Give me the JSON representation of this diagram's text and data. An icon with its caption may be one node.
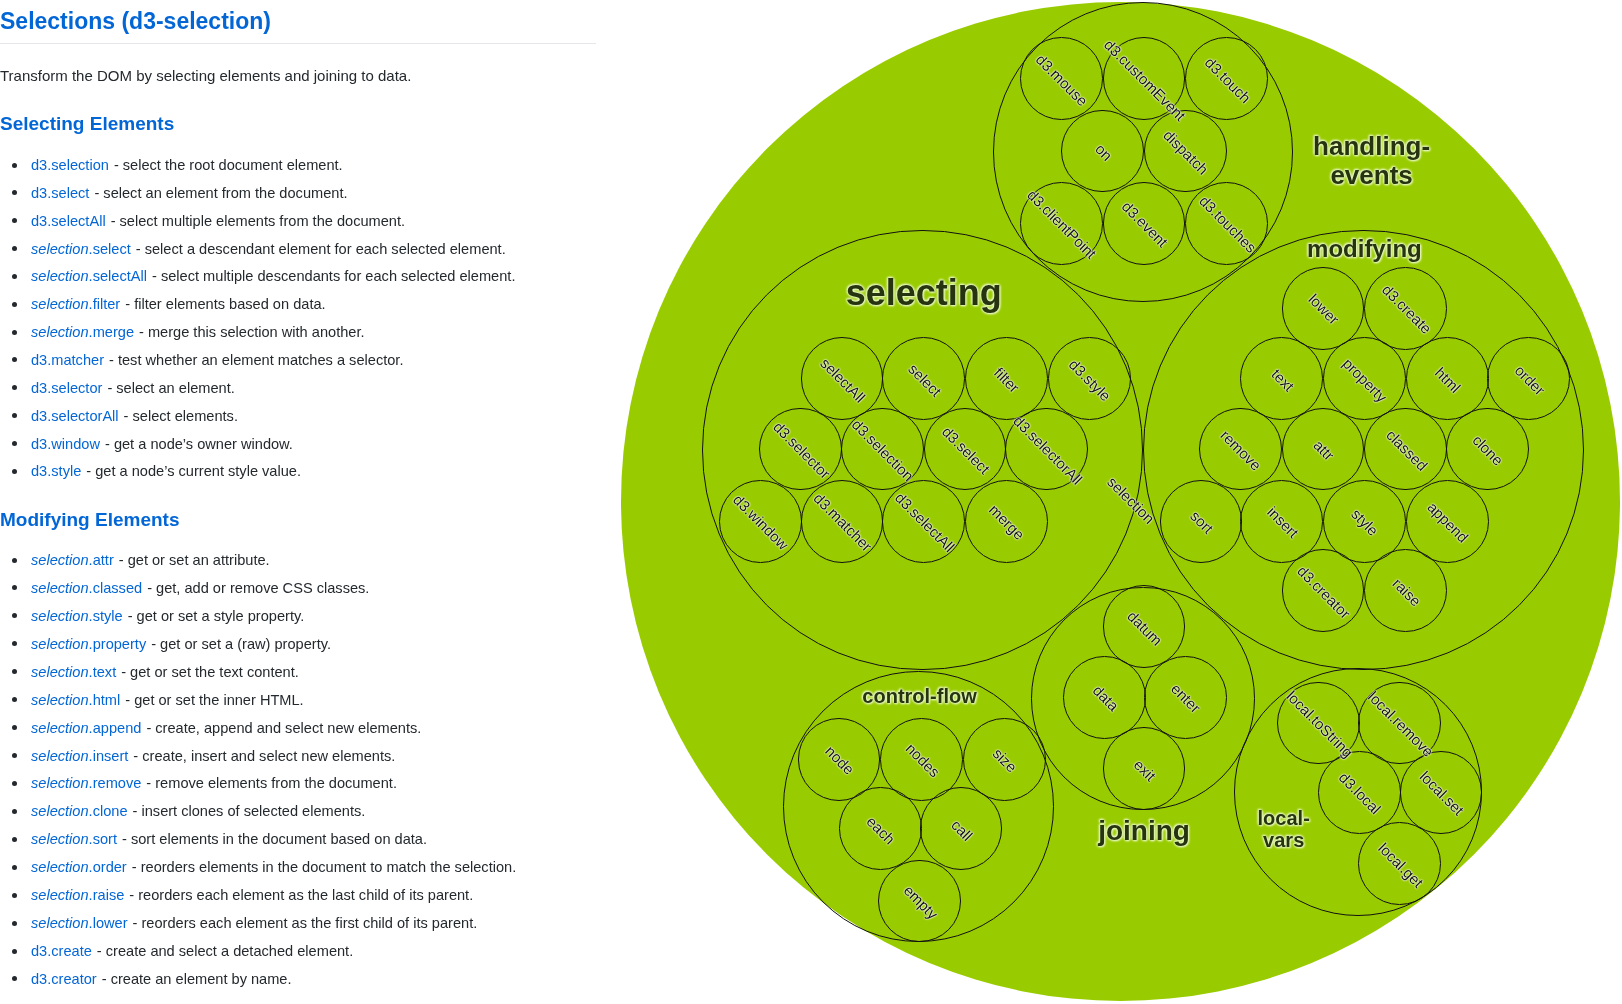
{
  "diagram": {
    "title": "Selections (d3-selection)",
    "nodes": [
      {
        "text": [],
        "shape": "circle"
      },
      {
        "text": [
          "handling-events"
        ],
        "in": 0
      },
      {
        "text": [
          "d3.mouse"
        ],
        "in": 1
      },
      {
        "text": [
          "d3.customEvent"
        ],
        "in": 1
      },
      {
        "text": [
          "d3.touch"
        ],
        "in": 1
      },
      {
        "text": [
          "on"
        ],
        "in": 1
      },
      {
        "text": [
          "dispatch"
        ],
        "in": 1
      },
      {
        "text": [
          "d3.clientPoint"
        ],
        "in": 1
      },
      {
        "text": [
          "d3.event"
        ],
        "in": 1
      },
      {
        "text": [
          "d3.touches"
        ],
        "in": 1
      },
      {
        "text": [
          "selecting"
        ],
        "in": 0
      },
      {
        "text": [
          "selectAll"
        ],
        "in": 10
      },
      {
        "text": [
          "select"
        ],
        "in": 10
      },
      {
        "text": [
          "filter"
        ],
        "in": 10
      },
      {
        "text": [
          "d3.style"
        ],
        "in": 10
      },
      {
        "text": [
          "d3.selector"
        ],
        "in": 10
      },
      {
        "text": [
          "d3.selection"
        ],
        "in": 10
      },
      {
        "text": [
          "d3.select"
        ],
        "in": 10
      },
      {
        "text": [
          "d3.selectorAll"
        ],
        "in": 10
      },
      {
        "text": [
          "d3.window"
        ],
        "in": 10
      },
      {
        "text": [
          "d3.matcher"
        ],
        "in": 10
      },
      {
        "text": [
          "d3.selectAll"
        ],
        "in": 10
      },
      {
        "text": [
          "merge"
        ],
        "in": 10
      },
      {
        "text": [
          "modifying"
        ],
        "in": 0
      },
      {
        "text": [
          "lower"
        ],
        "in": 23
      },
      {
        "text": [
          "d3.create"
        ],
        "in": 23
      },
      {
        "text": [
          "text"
        ],
        "in": 23
      },
      {
        "text": [
          "property"
        ],
        "in": 23
      },
      {
        "text": [
          "html"
        ],
        "in": 23
      },
      {
        "text": [
          "order"
        ],
        "in": 23
      },
      {
        "text": [
          "remove"
        ],
        "in": 23
      },
      {
        "text": [
          "attr"
        ],
        "in": 23
      },
      {
        "text": [
          "classed"
        ],
        "in": 23
      },
      {
        "text": [
          "clone"
        ],
        "in": 23
      },
      {
        "text": [
          "sort"
        ],
        "in": 23
      },
      {
        "text": [
          "insert"
        ],
        "in": 23
      },
      {
        "text": [
          "style"
        ],
        "in": 23
      },
      {
        "text": [
          "append"
        ],
        "in": 23
      },
      {
        "text": [
          "d3.creator"
        ],
        "in": 23
      },
      {
        "text": [
          "raise"
        ],
        "in": 23
      },
      {
        "text": [
          "joining"
        ],
        "in": 0
      },
      {
        "text": [
          "datum"
        ],
        "in": 40
      },
      {
        "text": [
          "data"
        ],
        "in": 40
      },
      {
        "text": [
          "enter"
        ],
        "in": 40
      },
      {
        "text": [
          "exit"
        ],
        "in": 40
      },
      {
        "text": [
          "control-flow"
        ],
        "in": 0
      },
      {
        "text": [
          "node"
        ],
        "in": 45
      },
      {
        "text": [
          "nodes"
        ],
        "in": 45
      },
      {
        "text": [
          "size"
        ],
        "in": 45
      },
      {
        "text": [
          "each"
        ],
        "in": 45
      },
      {
        "text": [
          "call"
        ],
        "in": 45
      },
      {
        "text": [
          "empty"
        ],
        "in": 45
      },
      {
        "text": [
          "local-vars"
        ],
        "in": 0
      },
      {
        "text": [
          "local.toString"
        ],
        "in": 52
      },
      {
        "text": [
          "local.remove"
        ],
        "in": 52
      },
      {
        "text": [
          "d3.local"
        ],
        "in": 52
      },
      {
        "text": [
          "local.set"
        ],
        "in": 52
      },
      {
        "text": [
          "local.get"
        ],
        "in": 52
      }
    ],
    "labels": [
      "Transform the DOM by selecting elements and joining to data.",
      "Selecting Elements",
      "d3.selection",
      "- select the root document element.",
      "d3.select",
      "- select an element from the document.",
      "d3.selectAll",
      "- select multiple elements from the document.",
      "*selection*.select",
      "- select a descendant element for each selected element.",
      "*selection*.selectAll",
      "- select multiple descendants for each selected element.",
      "*selection*.filter",
      "- filter elements based on data.",
      "*selection*.merge",
      "- merge this selection with another.",
      "d3.matcher",
      "- test whether an element matches a selector.",
      "d3.selector",
      "- select an element.",
      "d3.selectorAll",
      "- select elements.",
      "d3.window",
      "- get a node’s owner window.",
      "d3.style",
      "- get a node’s current style value.",
      "Modifying Elements",
      "*selection*.attr",
      "- get or set an attribute.",
      "*selection*.classed",
      "- get, add or remove CSS classes.",
      "*selection*.style",
      "- get or set a style property.",
      "*selection*.property",
      "- get or set a (raw) property.",
      "*selection*.text",
      "- get or set the text content.",
      "*selection*.html",
      "- get or set the inner HTML.",
      "*selection*.append",
      "- create, append and select new elements.",
      "*selection*.insert",
      "- create, insert and select new elements.",
      "*selection*.remove",
      "- remove elements from the document.",
      "*selection*.clone",
      "- insert clones of selected elements.",
      "*selection*.sort",
      "- sort elements in the document based on data.",
      "*selection*.order",
      "- reorders elements in the document to match the selection.",
      "*selection*.raise",
      "- reorders each element as the last child of its parent.",
      "*selection*.lower",
      "- reorders each element as the first child of its parent.",
      "d3.create",
      "- create and select a detached element.",
      "d3.creator",
      "- create an element by name.",
      "selection"
    ]
  }
}
